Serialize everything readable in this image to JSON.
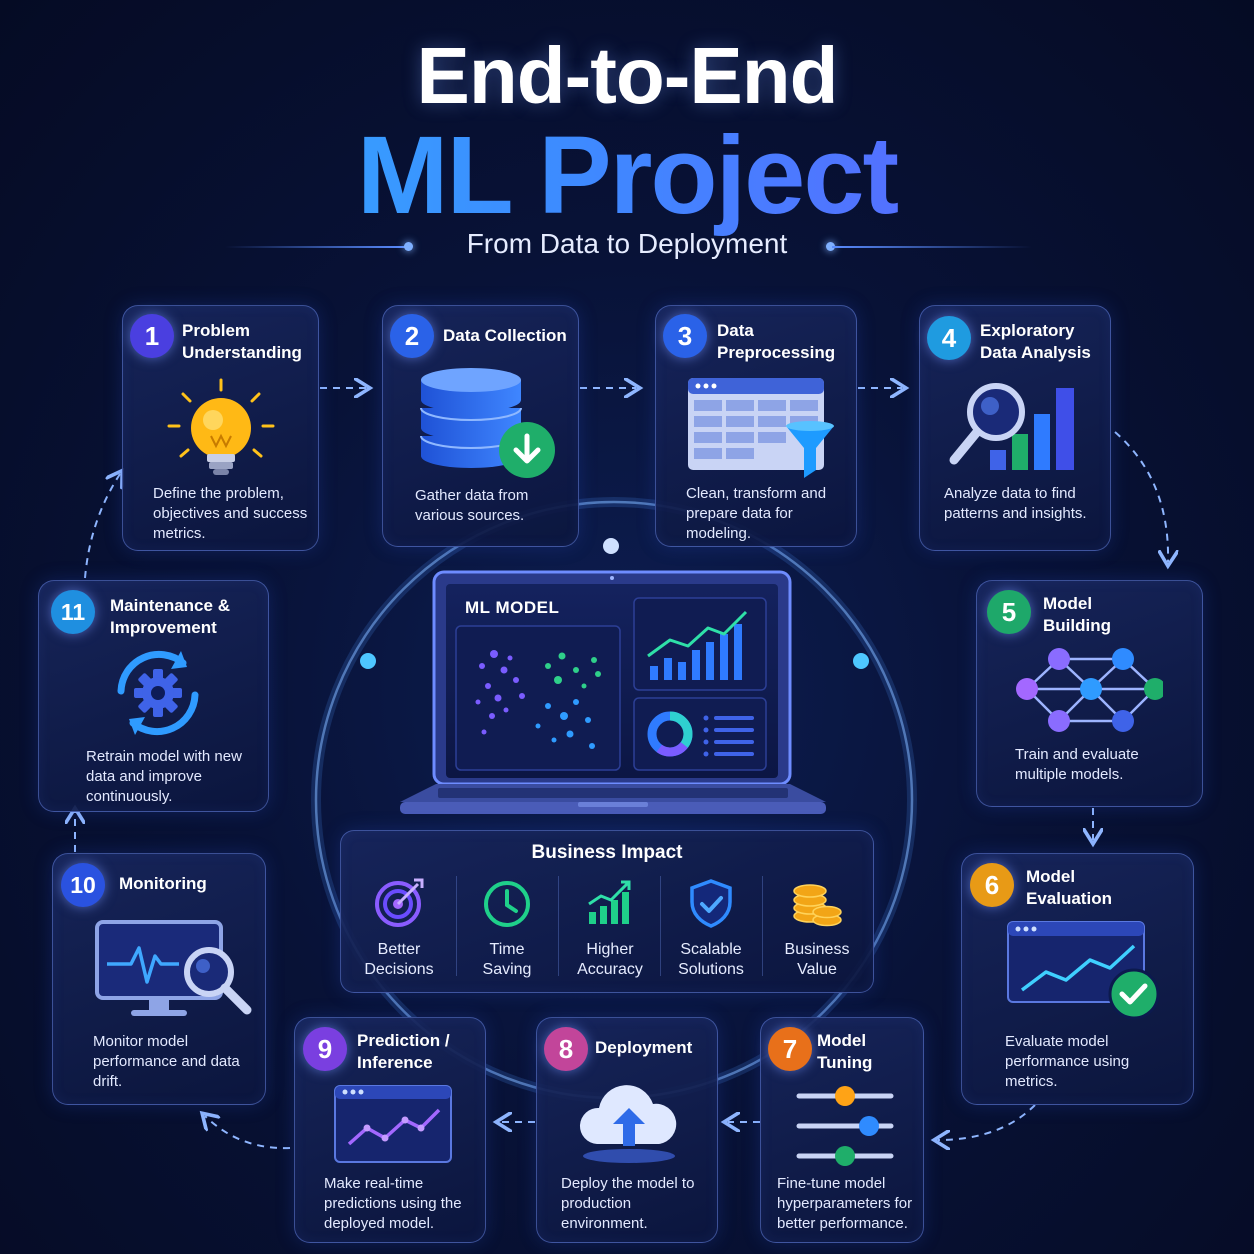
{
  "header": {
    "title_line1": "End-to-End",
    "title_line2": "ML Project",
    "subtitle": "From Data to Deployment"
  },
  "colors": {
    "background": "#060d2c",
    "accent_blue": "#2f8bff",
    "accent_purple": "#6a55ff",
    "card_border": "#6280dc"
  },
  "steps": [
    {
      "number": "1",
      "title": "Problem\nUnderstanding",
      "description": "Define the problem, objectives and success metrics.",
      "icon": "lightbulb-icon",
      "badge_color": "#4a3fe0"
    },
    {
      "number": "2",
      "title": "Data Collection",
      "description": "Gather data from various sources.",
      "icon": "database-download-icon",
      "badge_color": "#2a62e8"
    },
    {
      "number": "3",
      "title": "Data\nPreprocessing",
      "description": "Clean, transform and prepare data for modeling.",
      "icon": "table-filter-icon",
      "badge_color": "#2a62e8"
    },
    {
      "number": "4",
      "title": "Exploratory\nData Analysis",
      "description": "Analyze data to find patterns and insights.",
      "icon": "magnifier-chart-icon",
      "badge_color": "#1f9be0"
    },
    {
      "number": "5",
      "title": "Model\nBuilding",
      "description": "Train and evaluate multiple models.",
      "icon": "network-graph-icon",
      "badge_color": "#1ea86a"
    },
    {
      "number": "6",
      "title": "Model\nEvaluation",
      "description": "Evaluate model performance using metrics.",
      "icon": "chart-check-icon",
      "badge_color": "#e89a16"
    },
    {
      "number": "7",
      "title": "Model\nTuning",
      "description": "Fine-tune model hyperparameters for better performance.",
      "icon": "sliders-icon",
      "badge_color": "#e8701a"
    },
    {
      "number": "8",
      "title": "Deployment",
      "description": "Deploy the model to production environment.",
      "icon": "cloud-upload-icon",
      "badge_color": "#c2459a"
    },
    {
      "number": "9",
      "title": "Prediction /\nInference",
      "description": "Make real-time predictions using the deployed model.",
      "icon": "line-chart-window-icon",
      "badge_color": "#7a3fe0"
    },
    {
      "number": "10",
      "title": "Monitoring",
      "description": "Monitor model performance and data drift.",
      "icon": "monitor-magnifier-icon",
      "badge_color": "#2a52e0"
    },
    {
      "number": "11",
      "title": "Maintenance &\nImprovement",
      "description": "Retrain model with new data and improve continuously.",
      "icon": "gear-cycle-icon",
      "badge_color": "#1f8fe0"
    }
  ],
  "center": {
    "laptop_label": "ML MODEL",
    "impact_title": "Business Impact",
    "impact_items": [
      {
        "label": "Better\nDecisions",
        "icon": "target-icon"
      },
      {
        "label": "Time\nSaving",
        "icon": "clock-icon"
      },
      {
        "label": "Higher\nAccuracy",
        "icon": "growth-bars-icon"
      },
      {
        "label": "Scalable\nSolutions",
        "icon": "shield-check-icon"
      },
      {
        "label": "Business\nValue",
        "icon": "coins-icon"
      }
    ]
  }
}
